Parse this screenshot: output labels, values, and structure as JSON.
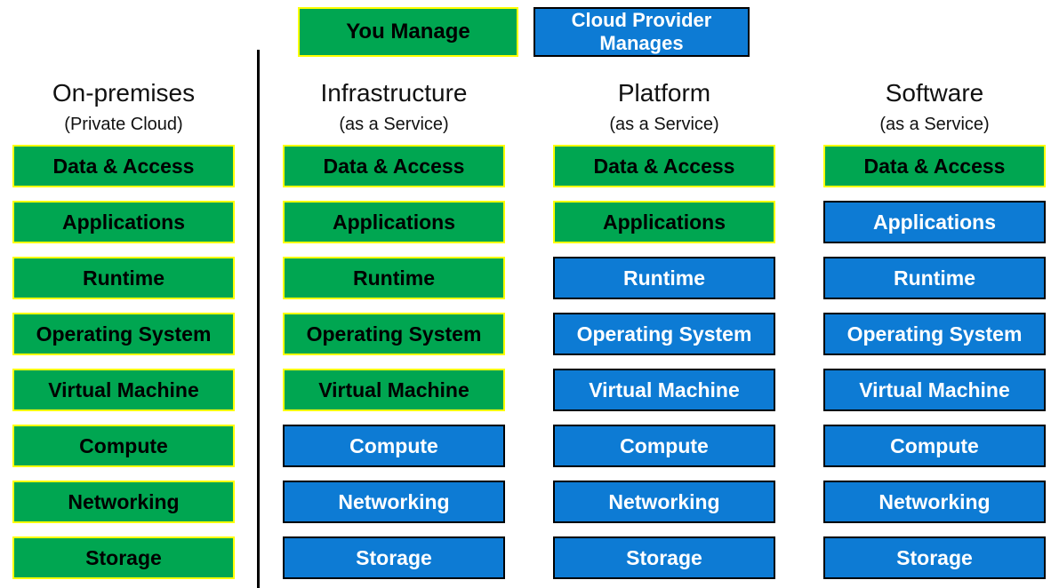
{
  "legend": {
    "you_manage": "You Manage",
    "cloud_provider_manages": "Cloud Provider Manages"
  },
  "rows": [
    "Data & Access",
    "Applications",
    "Runtime",
    "Operating System",
    "Virtual Machine",
    "Compute",
    "Networking",
    "Storage"
  ],
  "columns": [
    {
      "title": "On-premises",
      "subtitle": "(Private Cloud)",
      "green_count": 8
    },
    {
      "title": "Infrastructure",
      "subtitle": "(as a Service)",
      "green_count": 5
    },
    {
      "title": "Platform",
      "subtitle": "(as a Service)",
      "green_count": 2
    },
    {
      "title": "Software",
      "subtitle": "(as a Service)",
      "green_count": 1
    }
  ],
  "colors": {
    "you_manage_green": "#00a651",
    "provider_blue": "#0d7bd4",
    "green_box_border": "#ffff00",
    "blue_box_border": "#000000"
  }
}
